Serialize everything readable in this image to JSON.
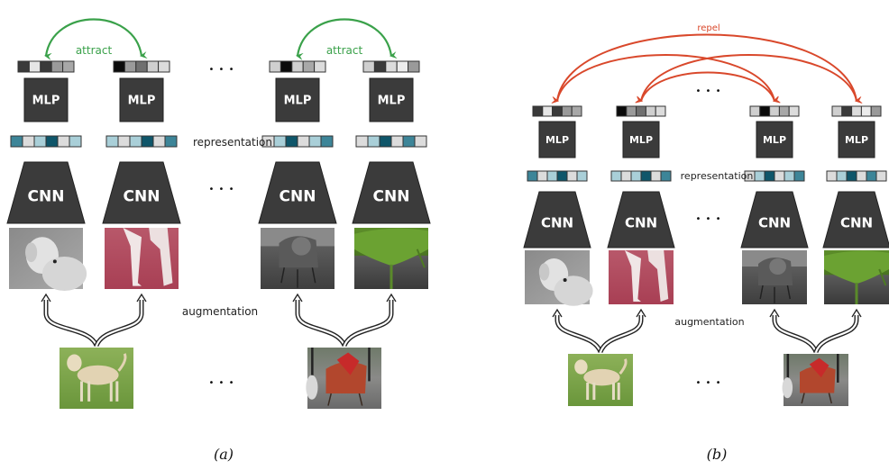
{
  "panels": [
    {
      "id": "a",
      "caption": "(a)",
      "relation_label": "attract",
      "relation_color": "#3aa14a",
      "representation_label": "representation",
      "augmentation_label": "augmentation",
      "ellipsis": "• • •",
      "mlp_label": "MLP",
      "cnn_label": "CNN",
      "columns": [
        {
          "name": "dog-view-1",
          "view": "grayscale dog head",
          "proj": [
            "#3a3a3a",
            "#e6e6e6",
            "#3a3a3a",
            "#9a9a9a",
            "#a8a8a8"
          ],
          "repr": [
            "#3d8598",
            "#dcdcdc",
            "#a9cfd8",
            "#0f566a",
            "#dcdcdc",
            "#a9cfd8"
          ]
        },
        {
          "name": "dog-view-2",
          "view": "red-tinted dog legs",
          "proj": [
            "#0a0a0a",
            "#9a9a9a",
            "#707070",
            "#cfcfcf",
            "#dcdcdc"
          ],
          "repr": [
            "#a9cfd8",
            "#dcdcdc",
            "#a9cfd8",
            "#0f566a",
            "#dcdcdc",
            "#3d8598"
          ]
        },
        {
          "name": "chair-view-1",
          "view": "grayscale chair",
          "proj": [
            "#cfcfcf",
            "#0a0a0a",
            "#cfcfcf",
            "#a8a8a8",
            "#dcdcdc"
          ],
          "repr": [
            "#dcdcdc",
            "#a9cfd8",
            "#0f566a",
            "#dcdcdc",
            "#a9cfd8",
            "#3d8598"
          ]
        },
        {
          "name": "chair-view-2",
          "view": "green chair crop",
          "proj": [
            "#cfcfcf",
            "#3a3a3a",
            "#dcdcdc",
            "#ececec",
            "#9a9a9a"
          ],
          "repr": [
            "#dcdcdc",
            "#a9cfd8",
            "#0f566a",
            "#dcdcdc",
            "#3d8598",
            "#dcdcdc"
          ]
        }
      ],
      "sources": [
        {
          "name": "dog-source-image",
          "desc": "labrador on grass"
        },
        {
          "name": "chair-source-image",
          "desc": "red armchair on patio"
        }
      ]
    },
    {
      "id": "b",
      "caption": "(b)",
      "relation_label": "repel",
      "relation_color": "#d9482b",
      "representation_label": "representation",
      "augmentation_label": "augmentation",
      "ellipsis": "• • •",
      "mlp_label": "MLP",
      "cnn_label": "CNN",
      "columns": [
        {
          "name": "dog-view-1",
          "view": "grayscale dog head",
          "proj": [
            "#3a3a3a",
            "#e6e6e6",
            "#3a3a3a",
            "#9a9a9a",
            "#a8a8a8"
          ],
          "repr": [
            "#3d8598",
            "#dcdcdc",
            "#a9cfd8",
            "#0f566a",
            "#dcdcdc",
            "#a9cfd8"
          ]
        },
        {
          "name": "dog-view-2",
          "view": "red-tinted dog legs",
          "proj": [
            "#0a0a0a",
            "#9a9a9a",
            "#707070",
            "#cfcfcf",
            "#dcdcdc"
          ],
          "repr": [
            "#a9cfd8",
            "#dcdcdc",
            "#a9cfd8",
            "#0f566a",
            "#dcdcdc",
            "#3d8598"
          ]
        },
        {
          "name": "chair-view-1",
          "view": "grayscale chair",
          "proj": [
            "#cfcfcf",
            "#0a0a0a",
            "#cfcfcf",
            "#a8a8a8",
            "#dcdcdc"
          ],
          "repr": [
            "#dcdcdc",
            "#a9cfd8",
            "#0f566a",
            "#dcdcdc",
            "#a9cfd8",
            "#3d8598"
          ]
        },
        {
          "name": "chair-view-2",
          "view": "green chair crop",
          "proj": [
            "#cfcfcf",
            "#3a3a3a",
            "#dcdcdc",
            "#ececec",
            "#9a9a9a"
          ],
          "repr": [
            "#dcdcdc",
            "#a9cfd8",
            "#0f566a",
            "#dcdcdc",
            "#3d8598",
            "#dcdcdc"
          ]
        }
      ],
      "sources": [
        {
          "name": "dog-source-image",
          "desc": "labrador on grass"
        },
        {
          "name": "chair-source-image",
          "desc": "red armchair on patio"
        }
      ]
    }
  ],
  "colors": {
    "block_fill": "#3b3b3b",
    "block_text": "#ffffff",
    "label_text": "#222222"
  }
}
